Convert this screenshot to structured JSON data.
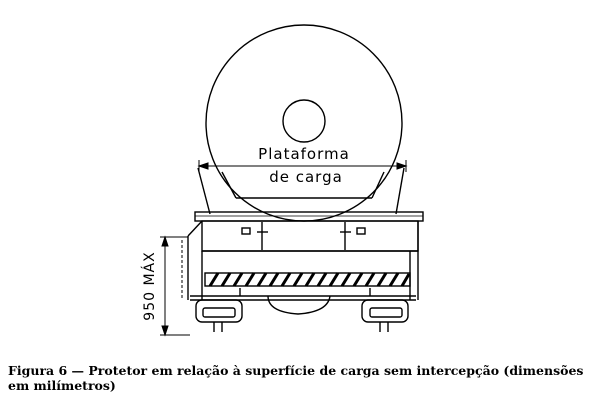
{
  "figure": {
    "label_platform_line1": "Plataforma",
    "label_platform_line2": "de carga",
    "dimension_label": "950 MÁX"
  },
  "caption": {
    "line1": "Figura 6 — Protetor em relação à superfície de carga sem intercepção (dimensões",
    "line2": "em milímetros)"
  }
}
